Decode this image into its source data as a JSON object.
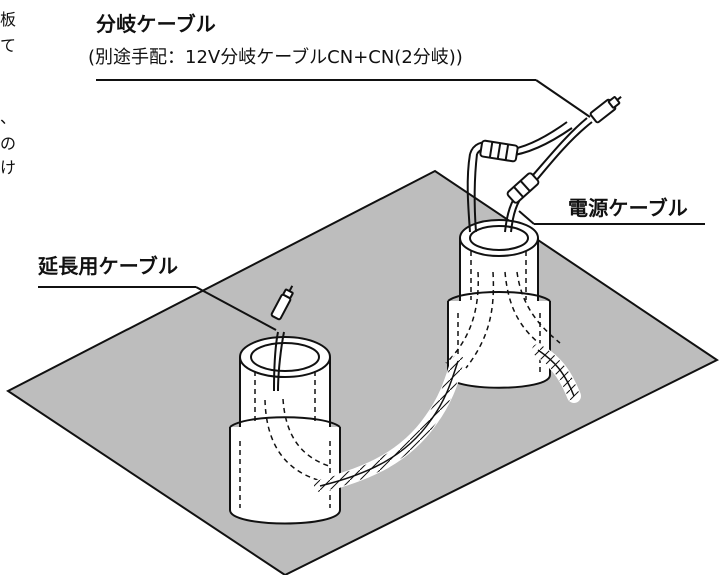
{
  "labels": {
    "branch_cable_title": "分岐ケーブル",
    "branch_cable_note": "(別途手配：12V分岐ケーブルCN+CN(2分岐))",
    "power_cable": "電源ケーブル",
    "extension_cable": "延長用ケーブル"
  },
  "left_fragments": [
    "板",
    "て",
    "、",
    "の",
    "け"
  ],
  "colors": {
    "surface": "#bdbdbd",
    "line": "#111111",
    "background": "#ffffff"
  }
}
